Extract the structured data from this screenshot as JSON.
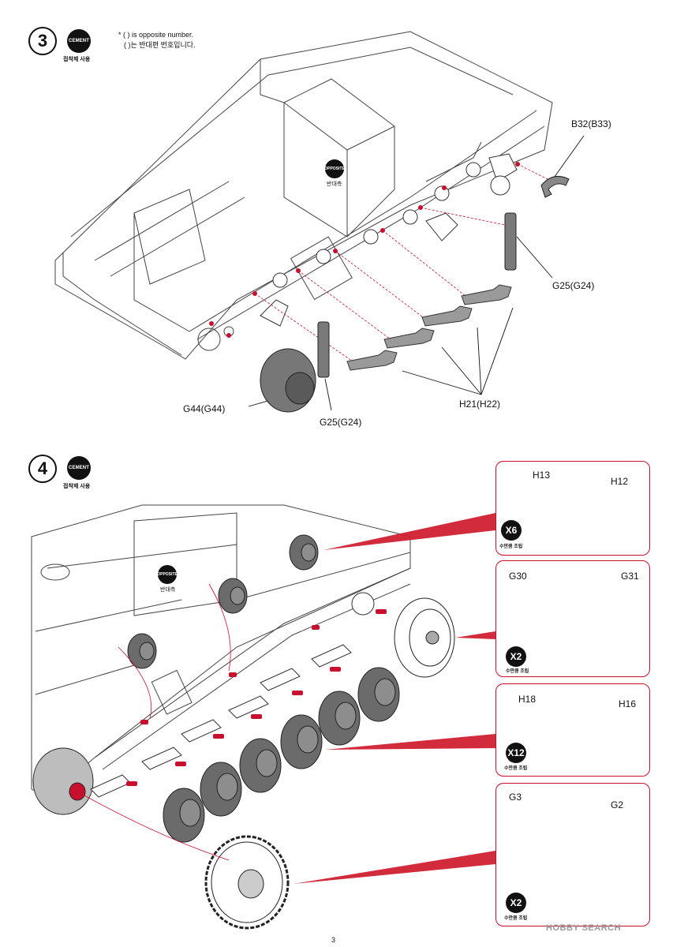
{
  "page_number": "3",
  "watermark": "HOBBY SEARCH",
  "step3": {
    "number": "3",
    "cement_badge": "CEMENT",
    "cement_korean": "접착제 사용",
    "note_line1": "* (  ) is opposite number.",
    "note_line2": "(  )는 반대편 번호입니다.",
    "opposite_badge": "OPPOSITE",
    "opposite_korean": "반대측",
    "labels": {
      "b32": "B32(B33)",
      "g25_right": "G25(G24)",
      "g44": "G44(G44)",
      "g25_bottom": "G25(G24)",
      "h21": "H21(H22)"
    }
  },
  "step4": {
    "number": "4",
    "cement_badge": "CEMENT",
    "cement_korean": "접착제 사용",
    "opposite_badge": "OPPOSITE",
    "opposite_korean": "반대측",
    "panels": [
      {
        "left": "H13",
        "right": "H12",
        "multiplier": "X6",
        "korean": "수만큼 조립"
      },
      {
        "left": "G30",
        "right": "G31",
        "multiplier": "X2",
        "korean": "수만큼 조립"
      },
      {
        "left": "H18",
        "right": "H16",
        "multiplier": "X12",
        "korean": "수만큼 조립"
      },
      {
        "left": "G3",
        "right": "G2",
        "multiplier": "X2",
        "korean": "수만큼 조립"
      }
    ]
  },
  "colors": {
    "accent_red": "#c8102e",
    "line": "#333333"
  }
}
